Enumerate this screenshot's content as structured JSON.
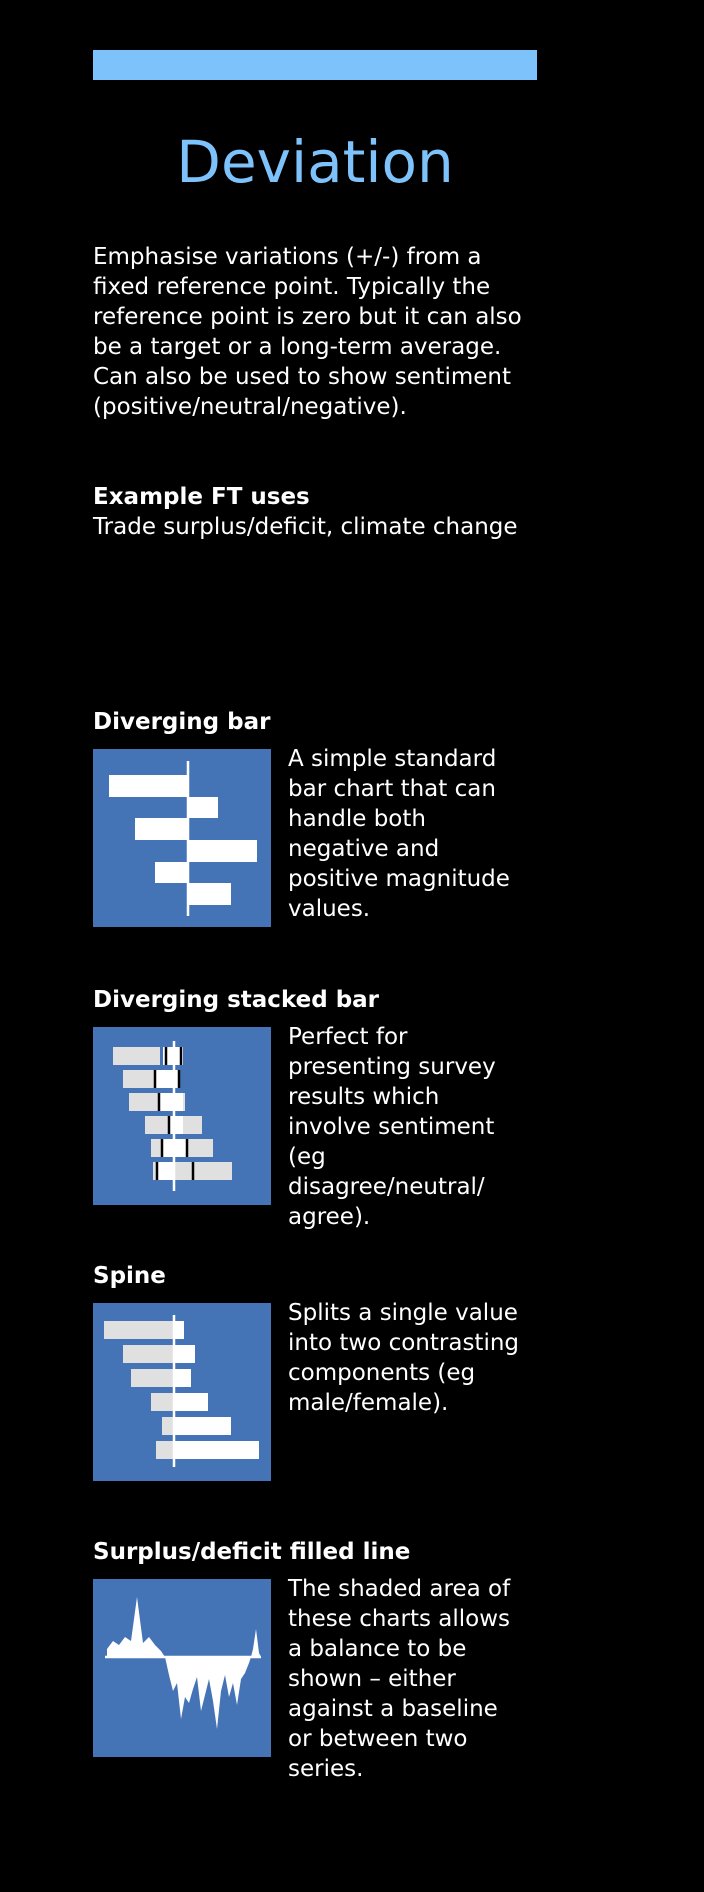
{
  "header": {
    "title": "Deviation",
    "intro": "Emphasise variations (+/-) from a fixed reference point. Typically the reference point is zero but it can also be a target or a long-term average. Can also be used to show sentiment (positive/neutral/negative)."
  },
  "uses": {
    "heading": "Example FT uses",
    "text": "Trade surplus/deficit, climate change"
  },
  "colors": {
    "accent": "#7ec2fb",
    "thumb_bg": "#4474b6",
    "bar_light": "#e0e0e0",
    "bar_white": "#ffffff",
    "background": "#000000"
  },
  "charts": [
    {
      "name": "Diverging bar",
      "description": "A simple standard bar chart that can handle both negative and positive magnitude values."
    },
    {
      "name": "Diverging stacked bar",
      "description": "Perfect for presenting survey results which involve sentiment (eg disagree/neutral/ agree)."
    },
    {
      "name": "Spine",
      "description": "Splits a single value into two contrasting components (eg male/female)."
    },
    {
      "name": "Surplus/deficit filled line",
      "description": "The shaded area of these charts allows a balance to be shown – either against a baseline or between two series."
    }
  ]
}
